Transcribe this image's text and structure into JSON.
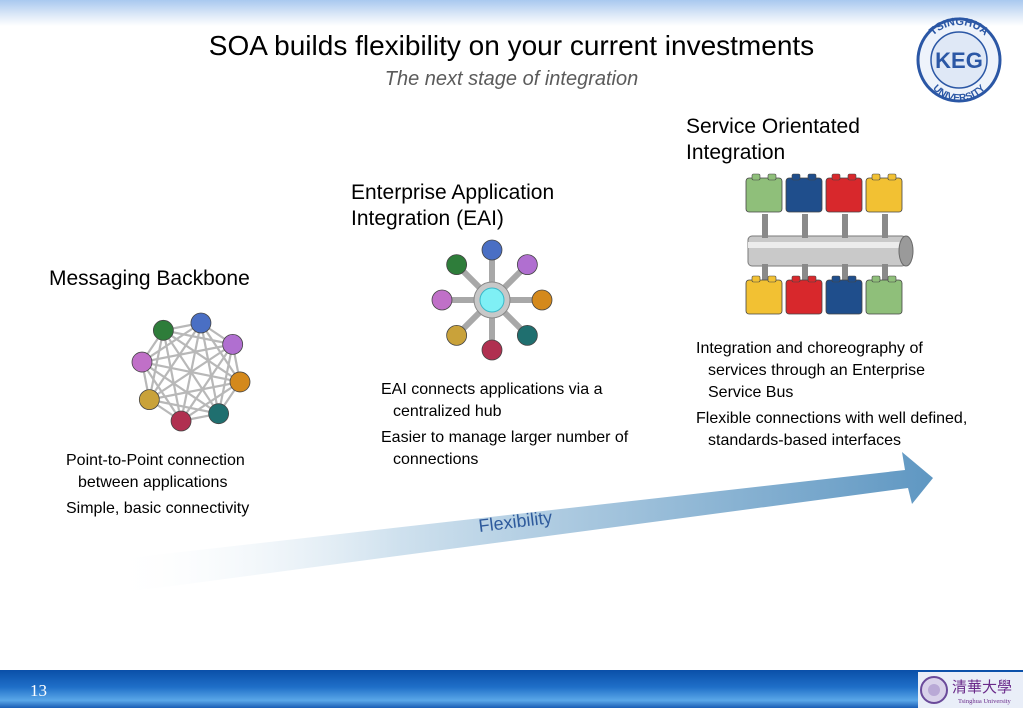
{
  "slide": {
    "title": "SOA builds flexibility on your current investments",
    "subtitle": "The next stage of integration",
    "page_number": "13"
  },
  "logo": {
    "top_text": "TSINGHUA",
    "center_text": "KEG",
    "bottom_text": "UNIVERSITY"
  },
  "stages": [
    {
      "title": "Messaging Backbone",
      "bullets": [
        "Point-to-Point connection between applications",
        "Simple, basic connectivity"
      ]
    },
    {
      "title_line1": "Enterprise Application",
      "title_line2": "Integration (EAI)",
      "bullets": [
        "EAI connects applications via a centralized hub",
        "Easier to manage larger number of connections"
      ]
    },
    {
      "title_line1": "Service Orientated",
      "title_line2": "Integration",
      "bullets": [
        "Integration and choreography of services through an Enterprise Service Bus",
        "Flexible connections with well defined, standards-based interfaces"
      ]
    }
  ],
  "arrow_label": "Flexibility",
  "footer_logo": {
    "chinese": "清華大學",
    "english": "Tsinghua University"
  },
  "colors": {
    "node_colors": [
      "#4a6fc4",
      "#b06fd0",
      "#d4891c",
      "#1f6f6f",
      "#b03050",
      "#c9a23a",
      "#c070c8",
      "#2e7d3a"
    ],
    "block_top": [
      "#8fbf7a",
      "#1f4e8c",
      "#d8282c",
      "#f2c133"
    ],
    "block_bottom": [
      "#f2c133",
      "#d8282c",
      "#1f4e8c",
      "#8fbf7a"
    ],
    "arrow": "#6d9fc4",
    "footer": "#1f6fc8"
  }
}
